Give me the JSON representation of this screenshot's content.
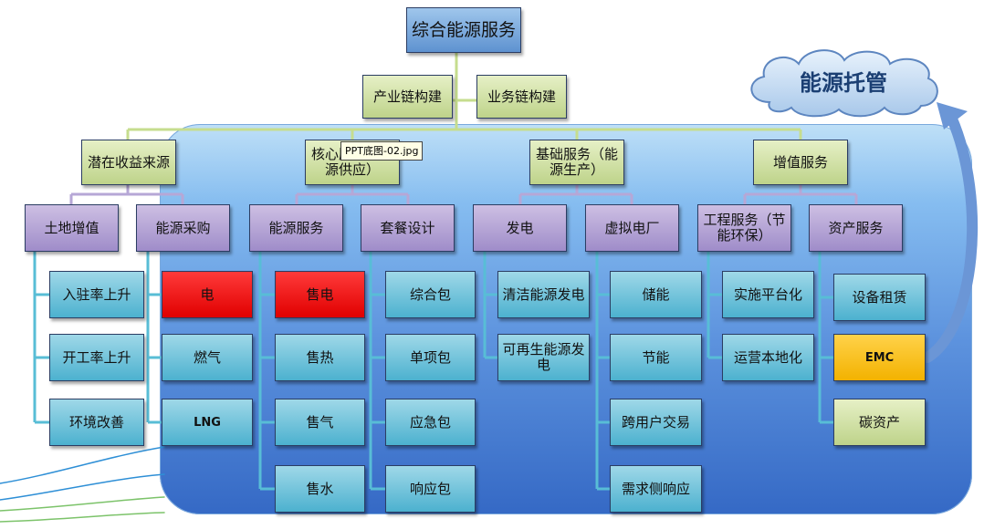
{
  "title": "综合能源服务",
  "cloud": "能源托管",
  "chain": [
    "产业链构建",
    "业务链构建"
  ],
  "branches": {
    "potential": "潜在收益来源",
    "core": "核心服务（能源供应）",
    "base": "基础服务（能源生产）",
    "value": "增值服务"
  },
  "sub": {
    "land": "土地增值",
    "procure": "能源采购",
    "energy_service": "能源服务",
    "package": "套餐设计",
    "power_gen": "发电",
    "virtual_plant": "虚拟电厂",
    "engineering": "工程服务（节能环保）",
    "asset": "资产服务"
  },
  "land_items": [
    "入驻率上升",
    "开工率上升",
    "环境改善"
  ],
  "procure_items": [
    "电",
    "燃气",
    "LNG"
  ],
  "energy_service_items": [
    "售电",
    "售热",
    "售气",
    "售水"
  ],
  "package_items": [
    "综合包",
    "单项包",
    "应急包",
    "响应包"
  ],
  "power_gen_items": [
    "清洁能源发电",
    "可再生能源发电"
  ],
  "virtual_plant_items": [
    "储能",
    "节能",
    "跨用户交易",
    "需求侧响应"
  ],
  "engineering_items": [
    "实施平台化",
    "运营本地化"
  ],
  "asset_items": [
    "设备租赁",
    "EMC",
    "碳资产"
  ],
  "tooltip": "PPT底图-02.jpg",
  "colors": {
    "highlight_red": "#ff0000",
    "highlight_gold": "#f5b800",
    "panel_blue": "#5d93de"
  }
}
